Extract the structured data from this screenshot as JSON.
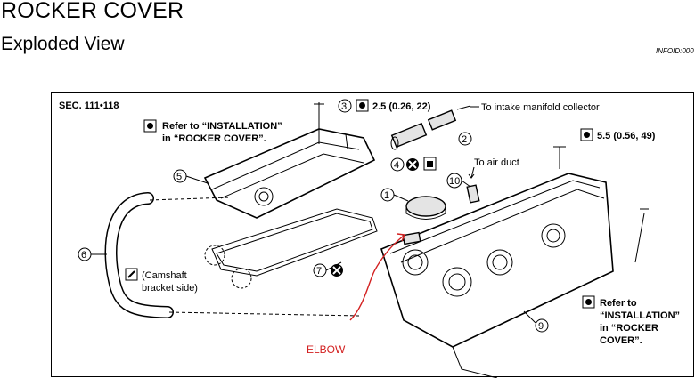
{
  "header": {
    "title": "ROCKER COVER",
    "subtitle": "Exploded View",
    "info_id": "INFOID:000"
  },
  "figure": {
    "section": "SEC. 111•118",
    "ref_label_1": [
      "Refer to “INSTALLATION”",
      "in “ROCKER COVER”."
    ],
    "ref_label_2": [
      "Refer to",
      "“INSTALLATION”",
      "in “ROCKER",
      "COVER”."
    ],
    "torque_3": "2.5 (0.26, 22)",
    "torque_5": "5.5 (0.56, 49)",
    "to_intake": "To intake manifold collector",
    "to_air_duct": "To air duct",
    "camshaft_note": [
      "(Camshaft",
      "bracket side)"
    ],
    "callouts": [
      "1",
      "2",
      "3",
      "4",
      "5",
      "6",
      "7",
      "9",
      "10"
    ],
    "annotation": "ELBOW",
    "annotation_color": "#d32020"
  },
  "icons": [
    "torque-wrench-icon",
    "do-not-reuse-icon",
    "sealant-icon",
    "liquid-gasket-icon"
  ]
}
